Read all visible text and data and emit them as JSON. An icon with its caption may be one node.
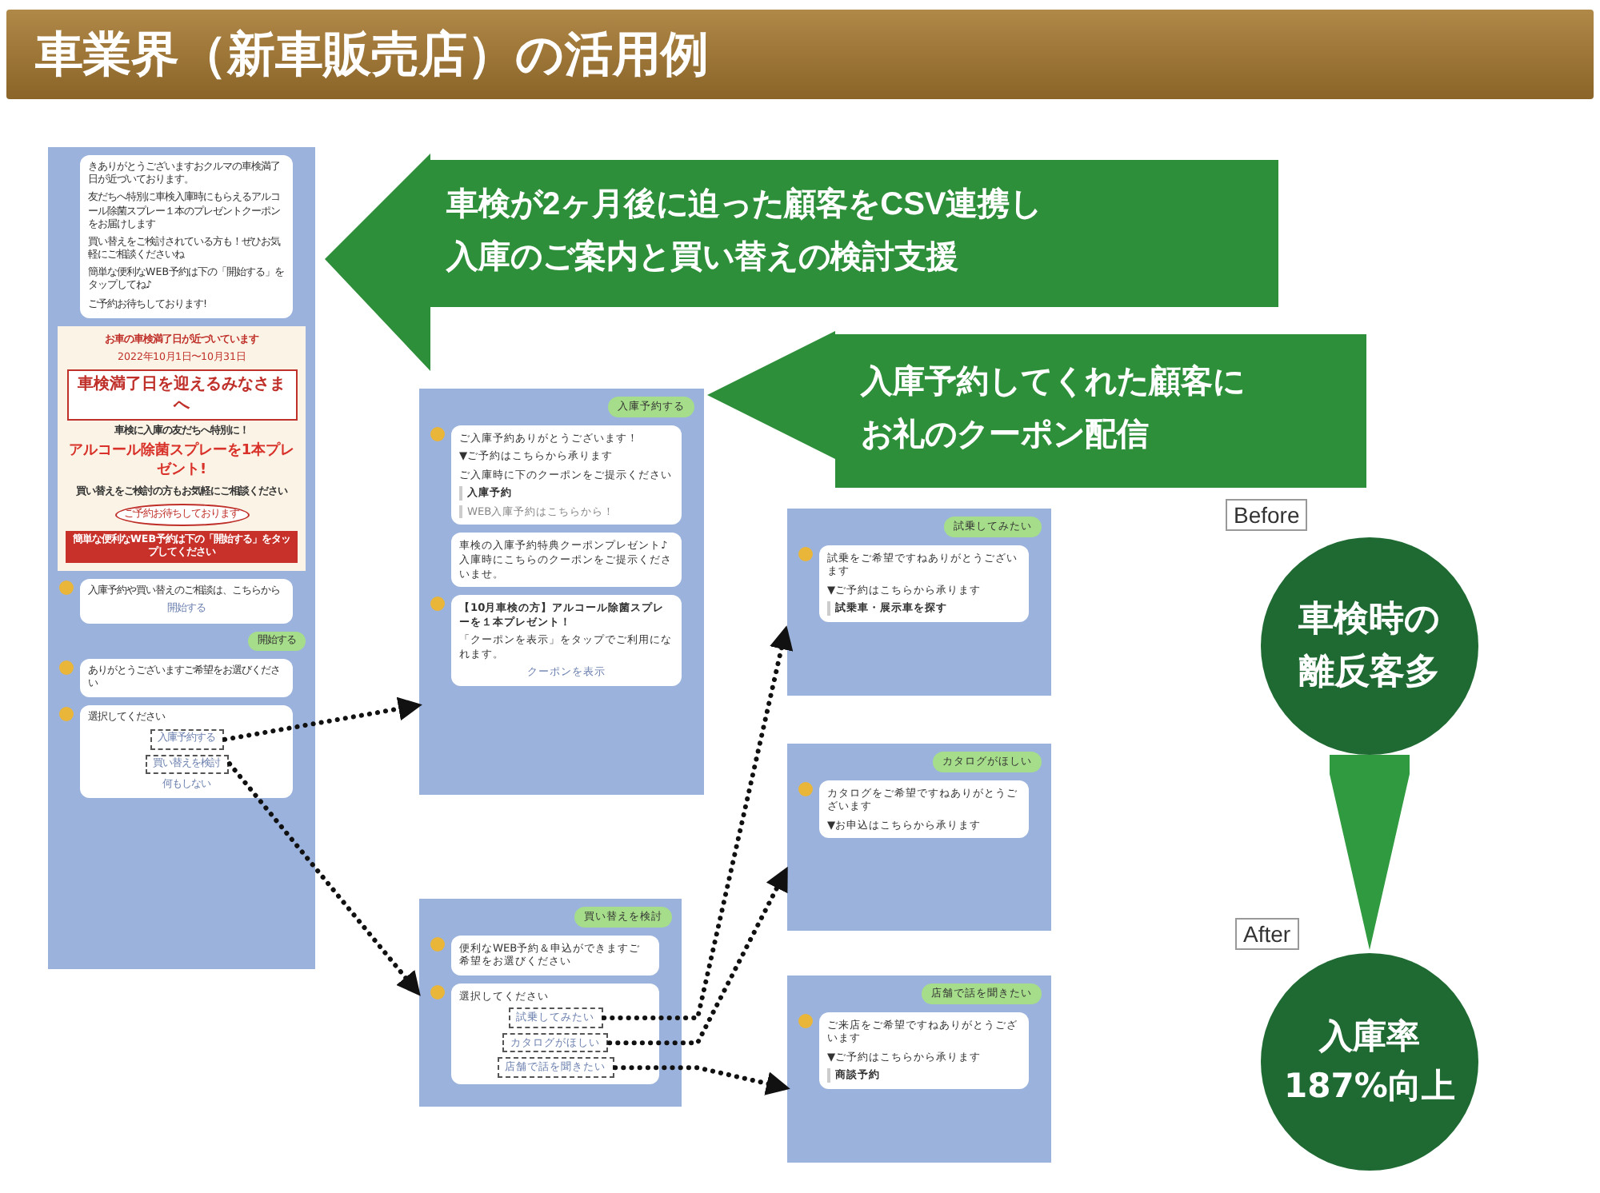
{
  "diagram": {
    "title": "車業界（新車販売店）の活用例",
    "nodes": [
      {
        "text": [
          "きありがとうございますおクルマの車検満了日が近づいております。",
          "友だちへ特別に車検入庫時にもらえるアルコール除菌スプレー１本のプレゼントクーポンをお届けします",
          "買い替えをご検討されている方も！ぜひお気軽にご相談くださいね",
          "簡単な便利なWEB予約は下の「開始する」をタップしてね♪",
          "ご予約お待ちしております!",
          "お車の車検満了日が近づいています",
          "2022年10月1日〜10月31日",
          "車検満了日を迎えるみなさまへ",
          "車検に入庫の友だちへ特別に！",
          "アルコール除菌スプレーを1本プレゼント!",
          "買い替えをご検討の方もお気軽にご相談ください",
          "ご予約お待ちしております",
          "簡単な便利なWEB予約は下の「開始する」をタップしてください",
          "入庫予約や買い替えのご相談は、こちらから",
          "開始する",
          "開始する",
          "ありがとうございますご希望をお選びください",
          "選択してください",
          "何もしない"
        ]
      },
      {
        "text": [
          "入庫予約する"
        ],
        "in": 0
      },
      {
        "text": [
          "買い替えを検討"
        ],
        "in": 0
      },
      {
        "text": [
          "車検が2ヶ月後に迫った顧客をCSV連携し入庫のご案内と買い替えの検討支援"
        ]
      },
      {
        "text": [
          "入庫予約する",
          "ご入庫予約ありがとうございます！",
          "▼ご予約はこちらから承ります",
          "ご入庫時に下のクーポンをご提示ください",
          "入庫予約",
          "WEB入庫予約はこちらから！",
          "車検の入庫予約特典クーポンプレゼント♪入庫時にこちらのクーポンをご提示くださいませ。",
          "【10月車検の方】アルコール除菌スプレーを１本プレゼント！",
          "「クーポンを表示」をタップでご利用になれます。",
          "クーポンを表示"
        ]
      },
      {
        "text": [
          "入庫予約してくれた顧客にお礼のクーポン配信"
        ]
      },
      {
        "text": [
          "買い替えを検討",
          "便利なWEB予約＆申込ができますご希望をお選びください",
          "選択してください"
        ]
      },
      {
        "text": [
          "試乗してみたい"
        ],
        "in": 6
      },
      {
        "text": [
          "カタログがほしい"
        ],
        "in": 6
      },
      {
        "text": [
          "店舗で話を聞きたい"
        ],
        "in": 6
      },
      {
        "text": [
          "試乗してみたい",
          "試乗をご希望ですねありがとうございます",
          "▼ご予約はこちらから承ります",
          "試乗車・展示車を探す"
        ]
      },
      {
        "text": [
          "車検時の離反客多"
        ],
        "beside": [
          "Before"
        ]
      },
      {
        "text": [
          "カタログがほしい",
          "カタログをご希望ですねありがとうございます",
          "▼お申込はこちらから承ります"
        ]
      },
      {
        "text": [
          "入庫率187%向上"
        ],
        "beside": [
          "After"
        ]
      },
      {
        "text": [
          "店舗で話を聞きたい",
          "ご来店をご希望ですねありがとうございます",
          "▼ご予約はこちらから承ります",
          "商談予約"
        ]
      }
    ],
    "edges": [
      {
        "from": 1,
        "to": 4,
        "arrow": "to",
        "style": "dashed"
      },
      {
        "from": 2,
        "to": 6,
        "arrow": "to",
        "style": "dashed"
      },
      {
        "from": 7,
        "to": 10,
        "arrow": "to",
        "style": "dashed"
      },
      {
        "from": 8,
        "to": 12,
        "arrow": "to",
        "style": "dashed"
      },
      {
        "from": 9,
        "to": 14,
        "arrow": "to",
        "style": "dashed"
      },
      {
        "from": 11,
        "to": 13,
        "arrow": "to",
        "style": "thick",
        "color": "#2f9a3f"
      }
    ]
  }
}
